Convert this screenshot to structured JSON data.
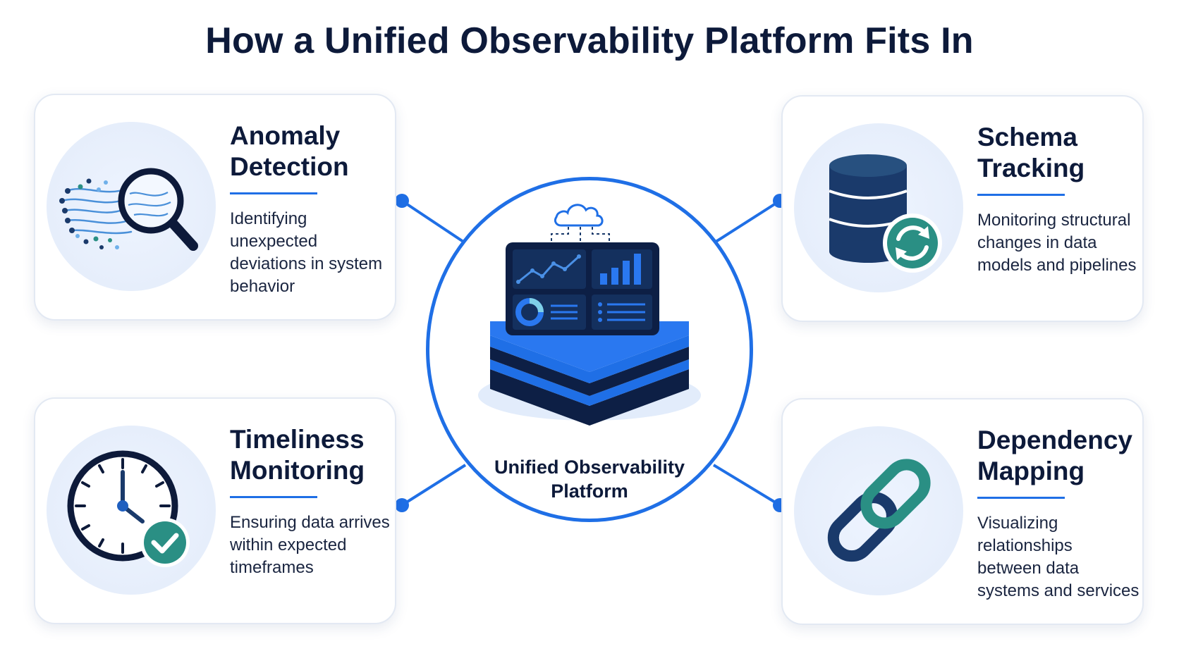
{
  "title": "How a Unified Observability Platform Fits In",
  "hub": {
    "label_line1": "Unified Observability",
    "label_line2": "Platform",
    "icon": "dashboard-stack-icon"
  },
  "cards": {
    "anomaly": {
      "title_line1": "Anomaly",
      "title_line2": "Detection",
      "desc": "Identifying unexpected deviations in system behavior",
      "icon": "magnifier-icon"
    },
    "schema": {
      "title_line1": "Schema",
      "title_line2": "Tracking",
      "desc": "Monitoring structural changes in data models and pipelines",
      "icon": "database-sync-icon"
    },
    "timeliness": {
      "title_line1": "Timeliness",
      "title_line2": "Monitoring",
      "desc": "Ensuring data arrives within expected timeframes",
      "icon": "clock-check-icon"
    },
    "dependency": {
      "title_line1": "Dependency",
      "title_line2": "Mapping",
      "desc": "Visualizing relationships between data systems and services",
      "icon": "chain-link-icon"
    }
  },
  "colors": {
    "accent": "#1f6fe6",
    "navy": "#0d1a3a",
    "dark_blue": "#1a3a6b",
    "teal": "#2a8f84"
  }
}
